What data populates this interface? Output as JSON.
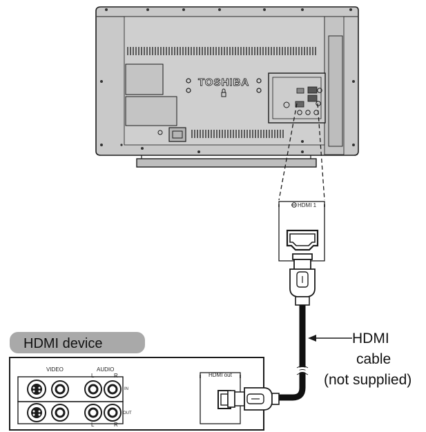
{
  "tv": {
    "brand": "TOSHIBA"
  },
  "port_panel": {
    "label": "HDMI 1"
  },
  "device": {
    "badge": "HDMI device",
    "video_label": "VIDEO",
    "audio_label": "AUDIO",
    "audio_left": "L",
    "audio_right": "R",
    "in_label": "IN",
    "out_label": "OUT",
    "out_left": "L",
    "out_right": "R",
    "hdmi_out_label": "HDMI out"
  },
  "cable_callout": {
    "line1": "HDMI",
    "line2": "cable",
    "line3": "(not supplied)"
  },
  "colors": {
    "tv_body": "#c9c9c9",
    "outline": "#1a1a1a",
    "badge_fill": "#a9a9a9",
    "cable": "#111111"
  }
}
